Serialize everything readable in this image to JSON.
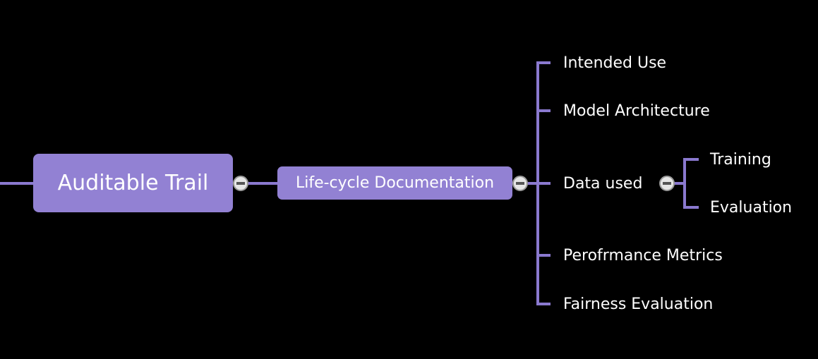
{
  "colors": {
    "background": "#000000",
    "node_fill": "#9281d3",
    "connector": "#8a79cf",
    "text": "#ffffff"
  },
  "root": {
    "label": "Auditable Trail"
  },
  "main_branch": {
    "label": "Life-cycle Documentation"
  },
  "items": [
    {
      "label": "Intended Use"
    },
    {
      "label": "Model Architecture"
    },
    {
      "label": "Data used",
      "children": [
        {
          "label": "Training"
        },
        {
          "label": "Evaluation"
        }
      ]
    },
    {
      "label": "Perofrmance Metrics"
    },
    {
      "label": "Fairness Evaluation"
    }
  ],
  "collapse_icons": [
    "minus-circle-icon",
    "minus-circle-icon",
    "minus-circle-icon"
  ]
}
